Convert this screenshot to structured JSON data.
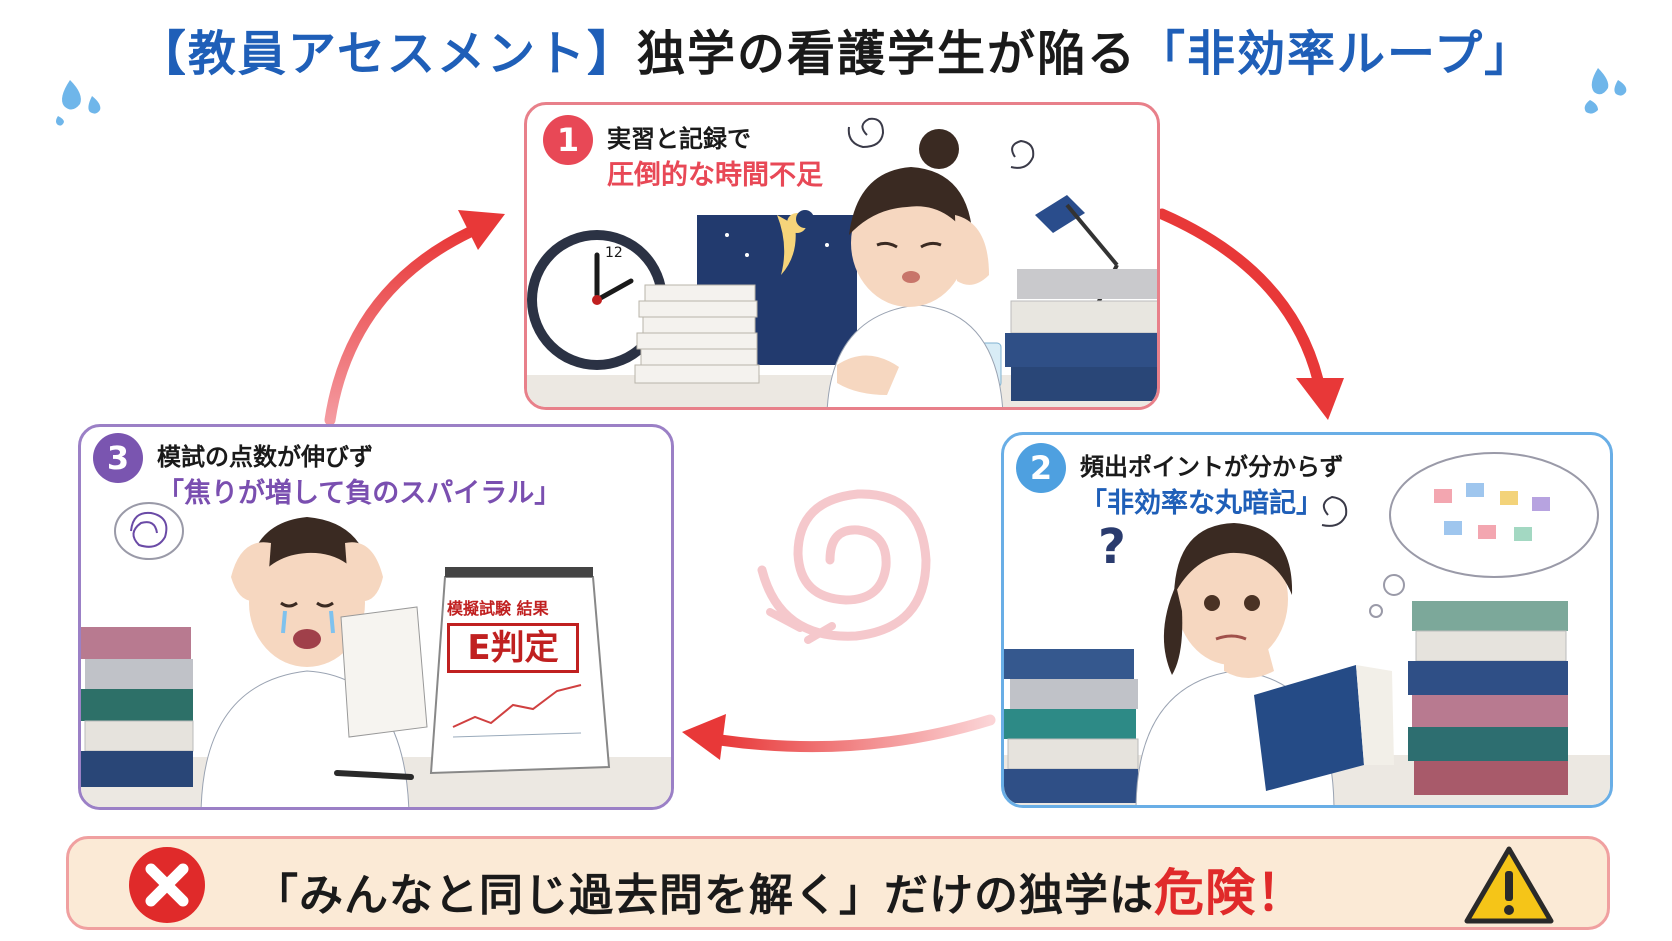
{
  "title": {
    "part1": "【教員アセスメント】",
    "part2": "独学の看護学生が陥る",
    "part3": "「非効率ループ」"
  },
  "steps": [
    {
      "number": "1",
      "line1": "実習と記録で",
      "line2": "圧倒的な時間不足",
      "accent": "#e84856",
      "clock_mark": "12"
    },
    {
      "number": "2",
      "line1": "頻出ポイントが分からず",
      "line2": "「非効率な丸暗記」",
      "accent": "#1f5fb8",
      "badge": "#4ea0e0"
    },
    {
      "number": "3",
      "line1": "模試の点数が伸びず",
      "line2": "「焦りが増して負のスパイラル」",
      "accent": "#7a4fb0",
      "badge": "#7a55b0",
      "exam_title": "模擬試験 結果",
      "exam_grade": "E判定"
    }
  ],
  "banner": {
    "text1": "「みんなと同じ過去問を解く」だけの独学は",
    "text2": "危険！"
  },
  "colors": {
    "arrow": "#e84040",
    "title_blue": "#1f5fb8"
  }
}
